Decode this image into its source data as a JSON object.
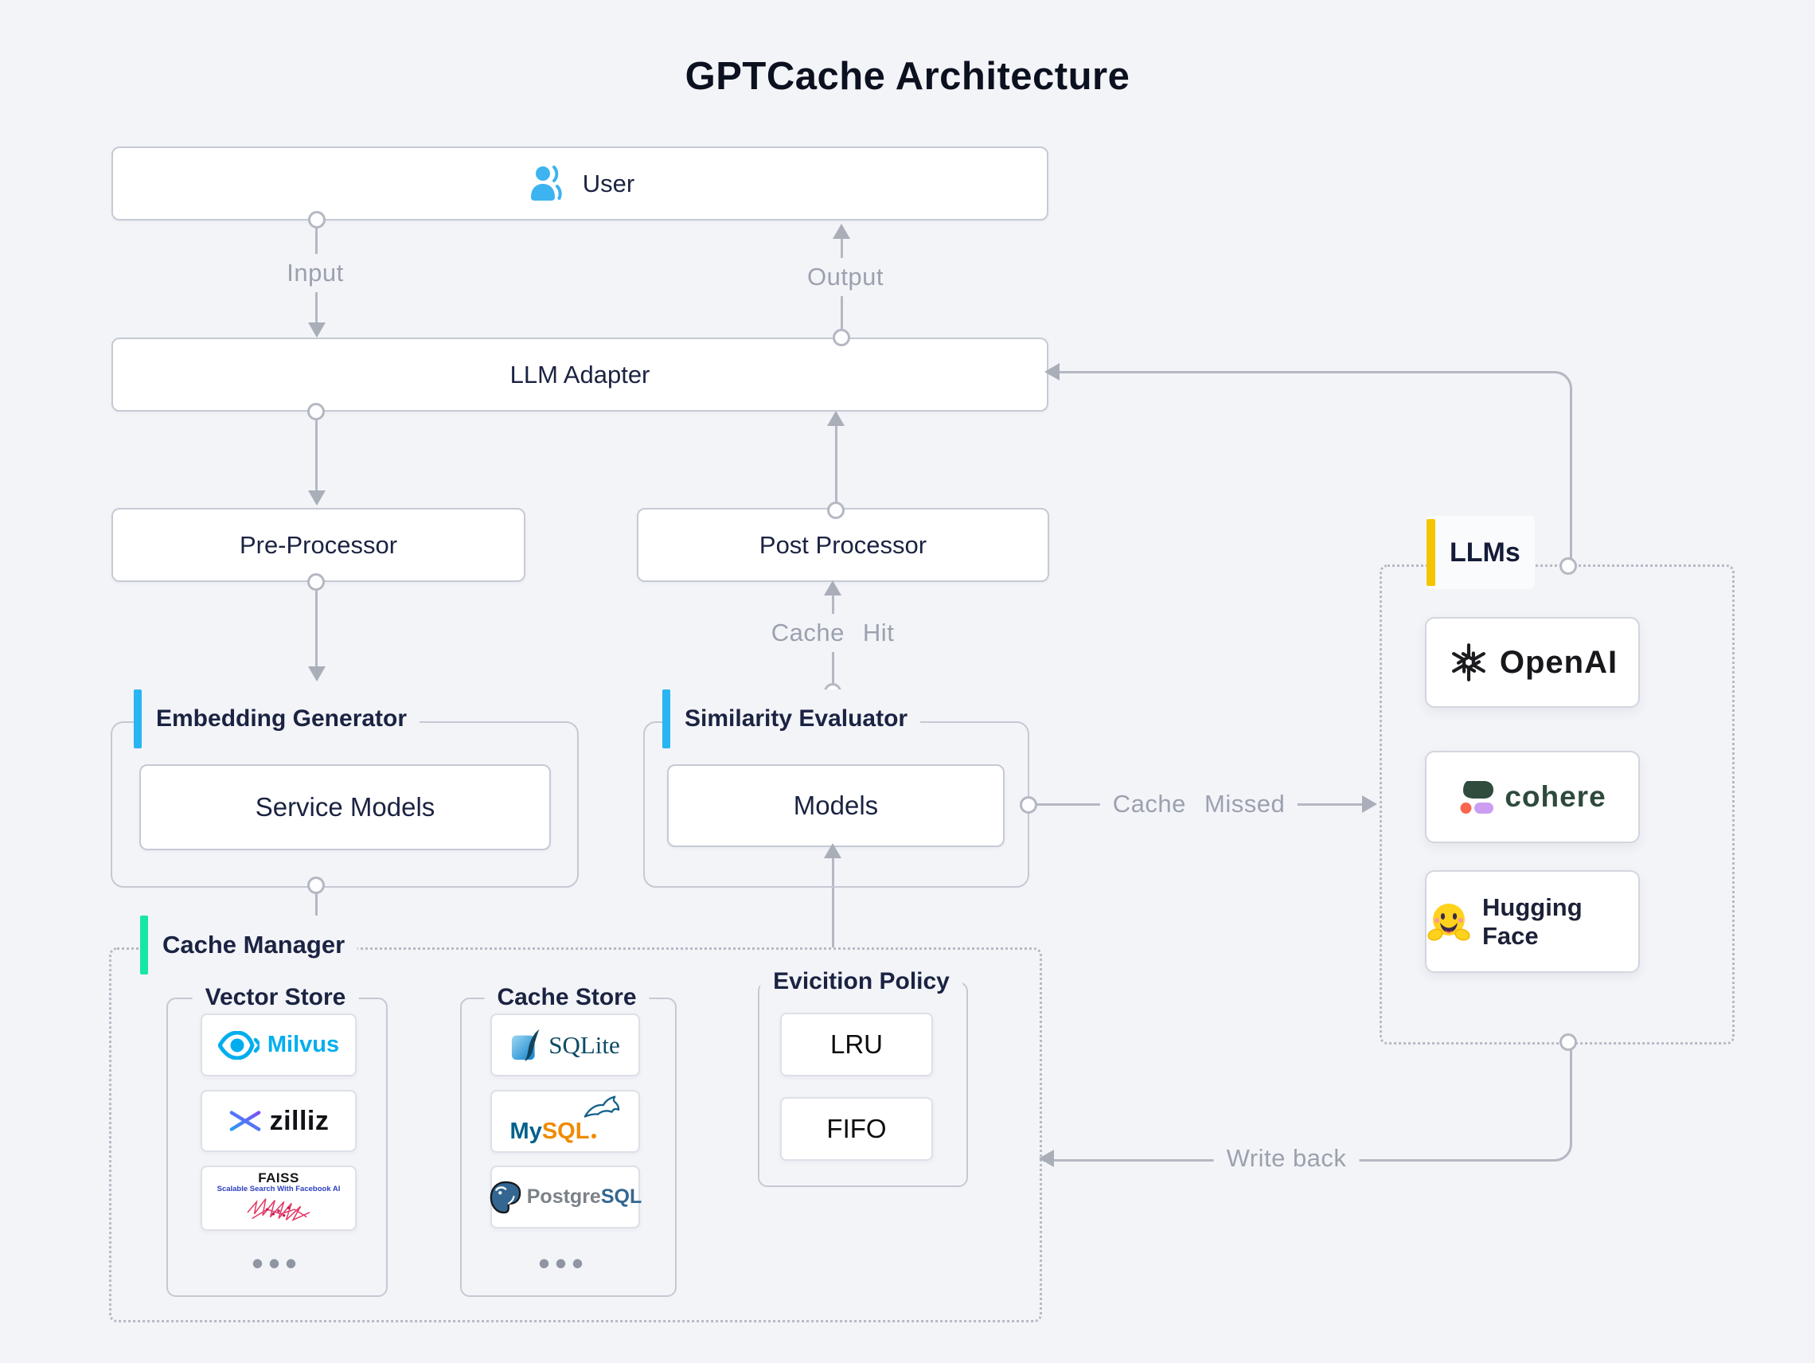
{
  "title": "GPTCache Architecture",
  "nodes": {
    "user": {
      "label": "User"
    },
    "llm_adapter": {
      "label": "LLM Adapter"
    },
    "pre_processor": {
      "label": "Pre-Processor"
    },
    "post_processor": {
      "label": "Post Processor"
    },
    "service_models": {
      "label": "Service Models"
    },
    "models": {
      "label": "Models"
    },
    "lru": {
      "label": "LRU"
    },
    "fifo": {
      "label": "FIFO"
    }
  },
  "groups": {
    "embedding_generator": {
      "label": "Embedding Generator"
    },
    "similarity_evaluator": {
      "label": "Similarity Evaluator"
    },
    "cache_manager": {
      "label": "Cache Manager"
    },
    "vector_store": {
      "label": "Vector Store"
    },
    "cache_store": {
      "label": "Cache Store"
    },
    "eviction_policy": {
      "label": "Evicition Policy"
    },
    "llms": {
      "label": "LLMs"
    }
  },
  "edges": {
    "input": {
      "label": "Input"
    },
    "output": {
      "label": "Output"
    },
    "cache_hit": {
      "label": "Cache Hit"
    },
    "cache_missed": {
      "label": "Cache Missed"
    },
    "write_back": {
      "label": "Write back"
    }
  },
  "logos": {
    "milvus": {
      "text": "Milvus"
    },
    "zilliz": {
      "text": "zilliz"
    },
    "faiss": {
      "title": "FAISS",
      "subtitle": "Scalable Search With Facebook AI"
    },
    "sqlite": {
      "text": "SQLite"
    },
    "mysql": {
      "text_my": "My",
      "text_sql": "SQL"
    },
    "postgresql": {
      "text_postgre": "Postgre",
      "text_sql": "SQL"
    },
    "openai": {
      "text": "OpenAI"
    },
    "cohere": {
      "text": "cohere"
    },
    "hugging_face": {
      "text": "Hugging Face"
    }
  },
  "misc": {
    "ellipsis": "•••"
  },
  "colors": {
    "background": "#f3f4f8",
    "line_gray": "#b4b8c2",
    "navy_text": "#1b2342",
    "edge_label_gray": "#9ba1ae",
    "accent_blue": "#29b5f1",
    "accent_green": "#16e7a2",
    "accent_yellow": "#f5c400",
    "user_icon_blue": "#3db3f0",
    "milvus_blue": "#00aeef",
    "cohere_green": "#2f4c3d",
    "hugging_face_yellow": "#ffd21e",
    "mysql_blue": "#00618a",
    "mysql_orange": "#ef8b00",
    "postgres_blue": "#336791",
    "sqlite_teal": "#0d4a66",
    "faiss_red": "#e23a66"
  }
}
